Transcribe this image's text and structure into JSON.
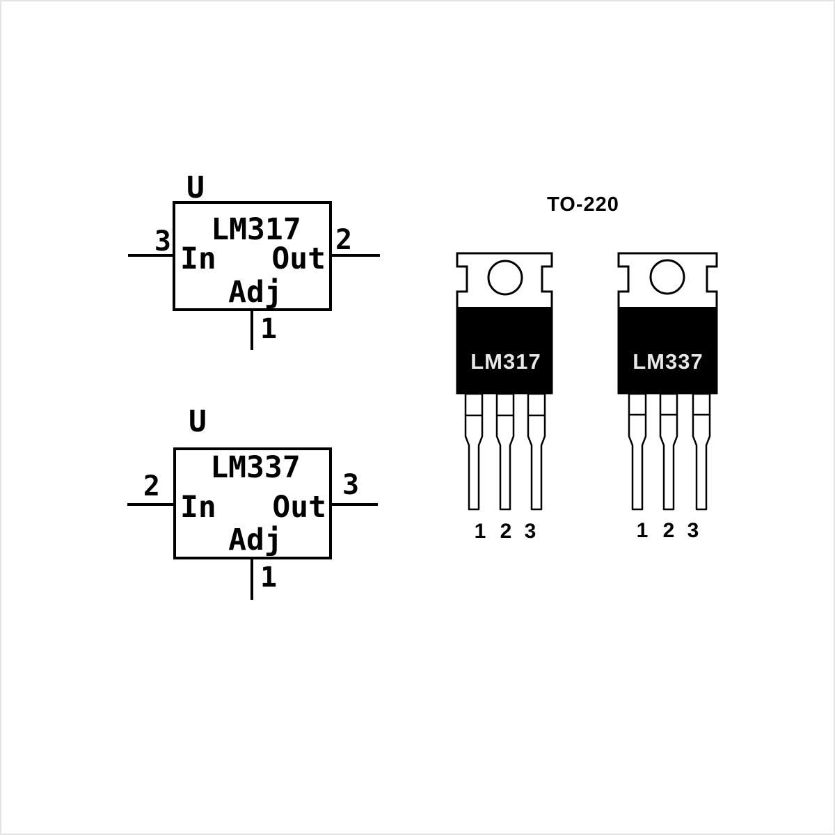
{
  "page": {
    "background": "#ffffff",
    "border_color": "#e4e4e4"
  },
  "colors": {
    "line": "#000000",
    "package_body_fill": "#000000",
    "package_label_text": "#e8e8e8"
  },
  "schematic_symbols": [
    {
      "designator": "U",
      "part": "LM317",
      "pin_left": {
        "number": "3",
        "label": "In"
      },
      "pin_right": {
        "number": "2",
        "label": "Out"
      },
      "pin_bottom": {
        "number": "1",
        "label": "Adj"
      }
    },
    {
      "designator": "U",
      "part": "LM337",
      "pin_left": {
        "number": "2",
        "label": "In"
      },
      "pin_right": {
        "number": "3",
        "label": "Out"
      },
      "pin_bottom": {
        "number": "1",
        "label": "Adj"
      }
    }
  ],
  "package_drawings": {
    "title": "TO-220",
    "packages": [
      {
        "label": "LM317",
        "pins": [
          "1",
          "2",
          "3"
        ]
      },
      {
        "label": "LM337",
        "pins": [
          "1",
          "2",
          "3"
        ]
      }
    ]
  }
}
